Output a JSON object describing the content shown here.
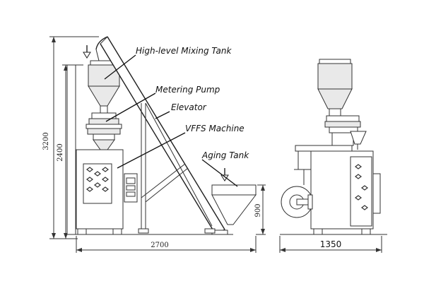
{
  "diagram": {
    "labels": {
      "mixing_tank": "High-level Mixing Tank",
      "metering_pump": "Metering Pump",
      "elevator": "Elevator",
      "vffs_machine": "VFFS Machine",
      "aging_tank": "Aging Tank"
    },
    "dimensions": {
      "overall_height": "3200",
      "machine_height": "2400",
      "overall_width": "2700",
      "aging_tank_height": "900",
      "side_width": "1350"
    }
  }
}
